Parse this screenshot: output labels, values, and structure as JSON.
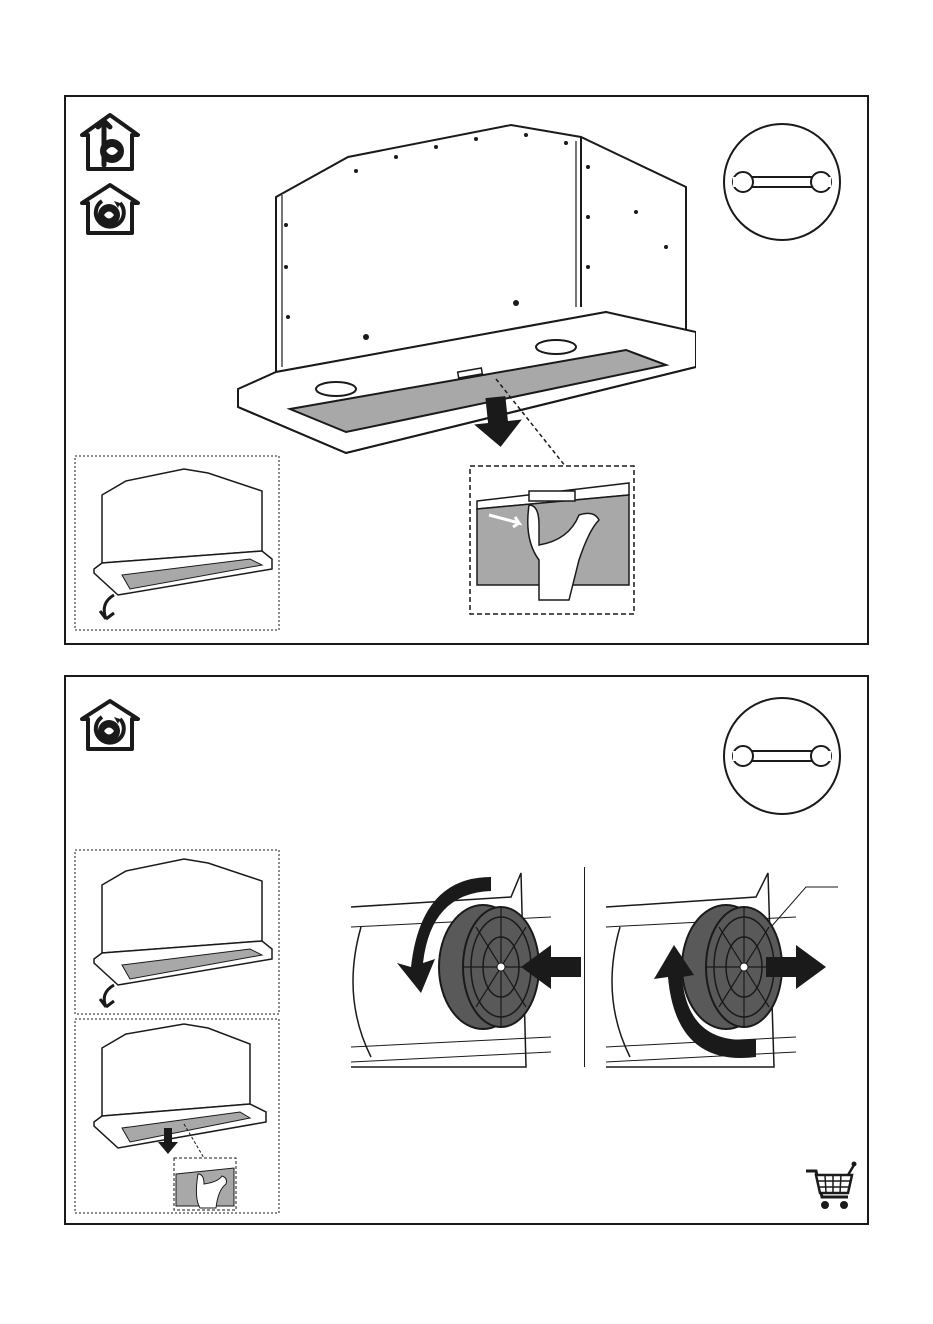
{
  "page": {
    "background": "#ffffff",
    "line_color": "#1a1a1a",
    "filter_fill": "#a8a8a8",
    "carbon_filter_fill": "#595959"
  },
  "panels": [
    {
      "id": "panel-top",
      "icons": [
        "ducted-extraction-mode-icon",
        "recirculation-mode-icon",
        "wrench-tool-icon"
      ],
      "illustrations": [
        "hood-grease-filter-removal",
        "filter-latch-release-detail",
        "hood-filter-overview-thumbnail"
      ]
    },
    {
      "id": "panel-bottom",
      "icons": [
        "recirculation-mode-icon",
        "wrench-tool-icon",
        "shopping-cart-icon"
      ],
      "illustrations": [
        "filter-removal-thumbnail",
        "filter-latch-thumbnail",
        "carbon-filter-install",
        "carbon-filter-remove"
      ]
    }
  ]
}
